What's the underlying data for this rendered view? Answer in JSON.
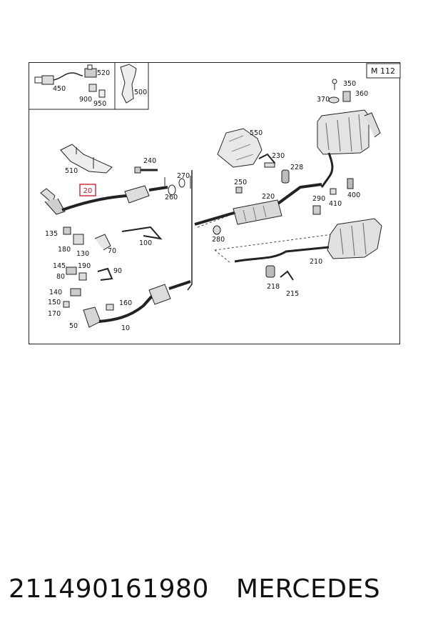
{
  "diagram": {
    "ref_code": "M 112",
    "highlighted_part": "20",
    "highlight_color": "#c0152a",
    "labels": {
      "p450": "450",
      "p520": "520",
      "p900": "900",
      "p950": "950",
      "p500": "500",
      "p350": "350",
      "p360": "360",
      "p370": "370",
      "p550": "550",
      "p230": "230",
      "p228": "228",
      "p510": "510",
      "p240": "240",
      "p270": "270",
      "p260": "260",
      "p250": "250",
      "p220": "220",
      "p290": "290",
      "p400": "400",
      "p410": "410",
      "p280": "280",
      "p210": "210",
      "p218": "218",
      "p215": "215",
      "p135": "135",
      "p180": "180",
      "p130": "130",
      "p70": "70",
      "p100": "100",
      "p145": "145",
      "p190": "190",
      "p80": "80",
      "p90": "90",
      "p140": "140",
      "p150": "150",
      "p160": "160",
      "p170": "170",
      "p50": "50",
      "p10": "10"
    }
  },
  "caption": {
    "part_number": "211490161980",
    "brand": "MERCEDES"
  }
}
